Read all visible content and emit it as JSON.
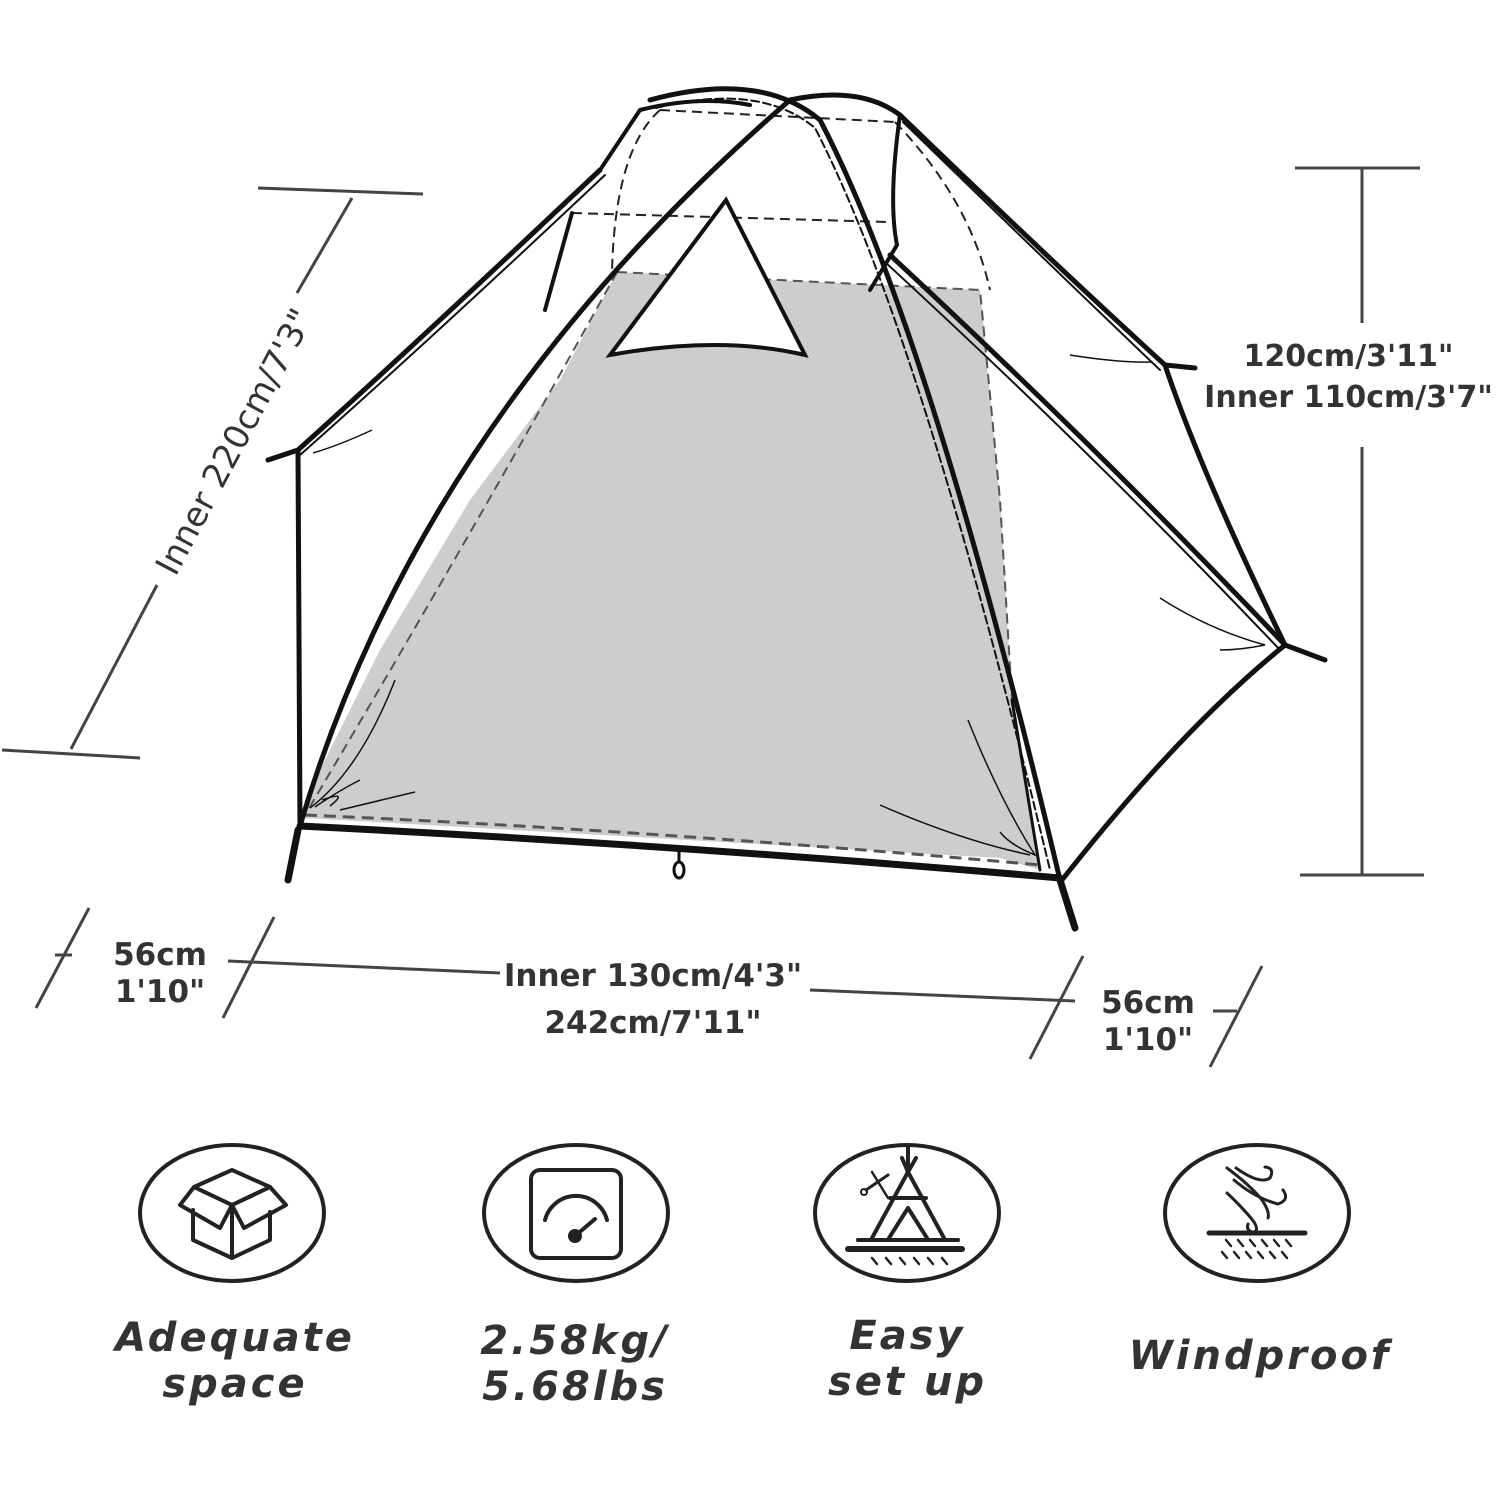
{
  "diagram": {
    "subject": "Two-person dome tent dimension diagram",
    "colors": {
      "line": "#111111",
      "dimension_line": "#444444",
      "floor_fill": "#cdcdcd",
      "text": "#333333",
      "background": "#ffffff"
    }
  },
  "dimensions": {
    "length": {
      "text": "Inner 220cm/7'3\""
    },
    "height": {
      "outer": "120cm/3'11\"",
      "inner": "Inner 110cm/3'7\""
    },
    "width": {
      "inner": "Inner 130cm/4'3\"",
      "outer": "242cm/7'11\""
    },
    "vestibule_left": {
      "cm": "56cm",
      "ft": "1'10\""
    },
    "vestibule_right": {
      "cm": "56cm",
      "ft": "1'10\""
    }
  },
  "features": [
    {
      "icon": "open-box-icon",
      "line1": "Adequate",
      "line2": "space"
    },
    {
      "icon": "weight-scale-icon",
      "line1": "2.58kg/",
      "line2": "5.68lbs"
    },
    {
      "icon": "tent-tools-icon",
      "line1": "Easy",
      "line2": "set up"
    },
    {
      "icon": "wind-icon",
      "line1": "Windproof",
      "line2": ""
    }
  ]
}
